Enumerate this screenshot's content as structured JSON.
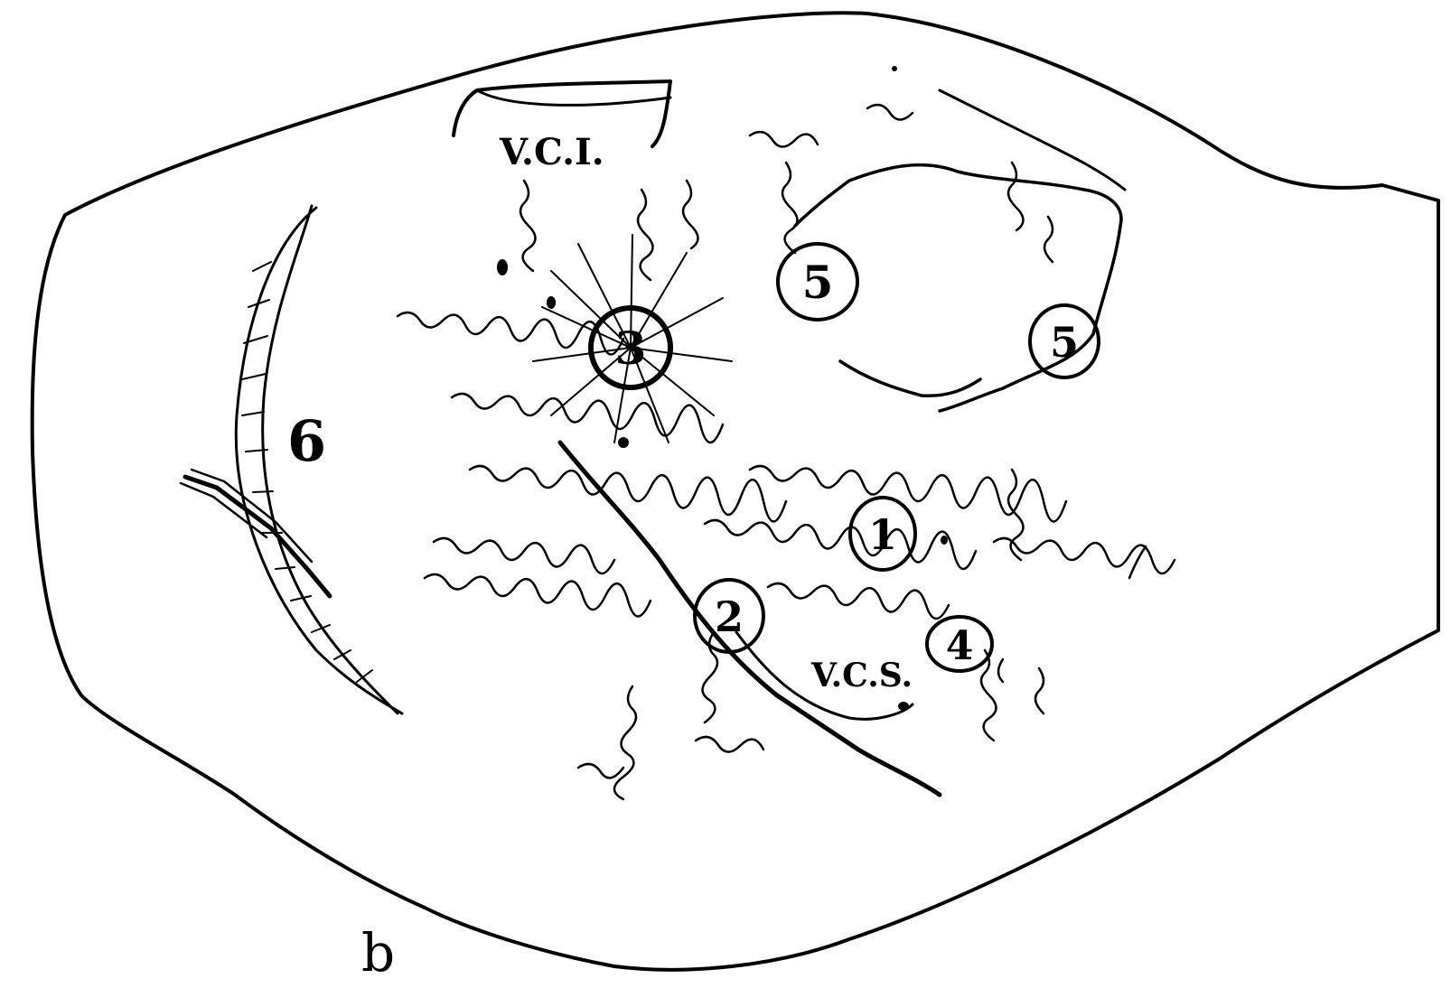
{
  "figure": {
    "labels": {
      "vci": "V.C.I.",
      "vcs": "V.C.S.",
      "num_6": "6",
      "num_5a": "5",
      "num_5b": "5",
      "num_3": "3",
      "num_1": "1",
      "num_2": "2",
      "num_4": "4"
    },
    "caption": "b"
  }
}
